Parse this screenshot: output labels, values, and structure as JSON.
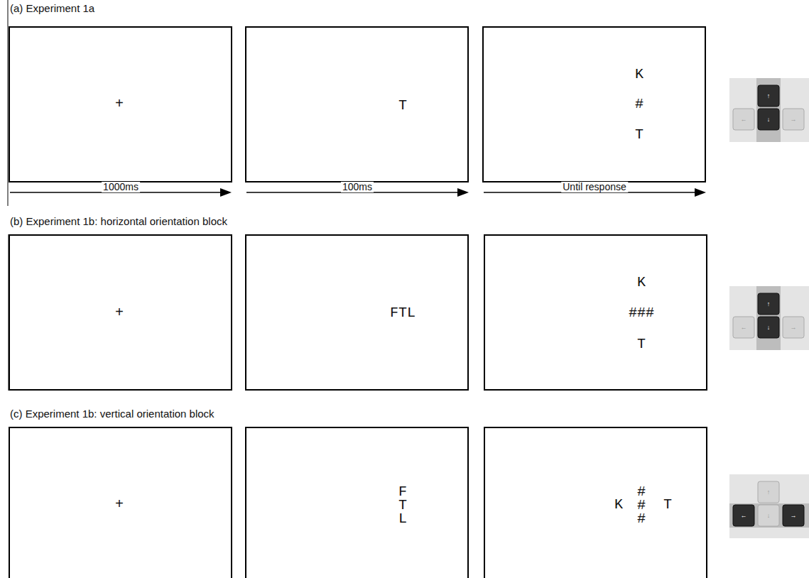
{
  "diagram": {
    "nodes": [
      {
        "text": [
          "+"
        ]
      },
      {
        "text": [
          "T"
        ]
      },
      {
        "text": [
          "K",
          "#",
          "T"
        ]
      },
      {
        "text": [
          "+"
        ]
      },
      {
        "text": [
          "FTL"
        ]
      },
      {
        "text": [
          "K",
          "###",
          "T"
        ]
      },
      {
        "text": [
          "+"
        ]
      },
      {
        "text": [
          "FTL"
        ]
      },
      {
        "text": [
          "K",
          "###",
          "T"
        ]
      }
    ],
    "labels": [
      "(a) Experiment 1a",
      "1000ms",
      "100ms",
      "Until response",
      "↑",
      "←",
      "↓",
      "→",
      "(b) Experiment 1b: horizontal orientation block",
      "↑",
      "←",
      "↓",
      "→",
      "(c) Experiment 1b: vertical orientation block",
      "↑",
      "←",
      "↓",
      "→"
    ]
  }
}
